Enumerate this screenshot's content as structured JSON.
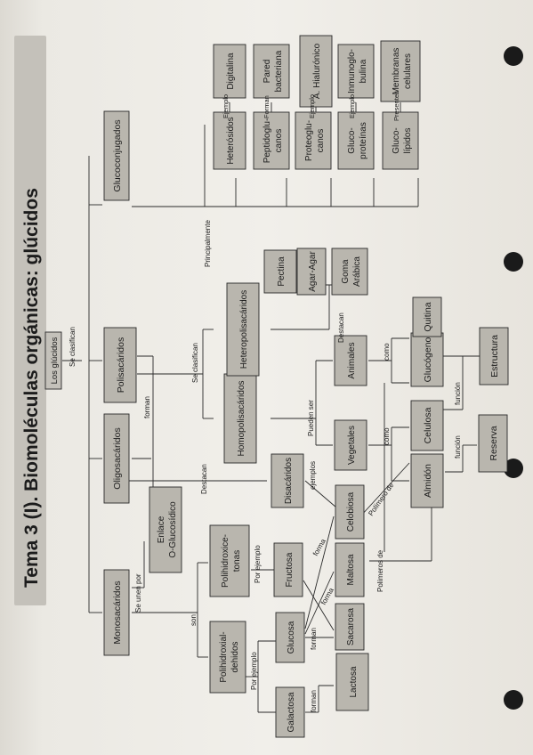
{
  "title": "Tema 3 (I). Biomoléculas orgánicas: glúcidos",
  "colors": {
    "paper": "#f1efea",
    "box": "#b9b6ae",
    "title_bar": "#c4c1ba",
    "ink": "#1c1c1c",
    "hole": "#1a1a1a"
  },
  "nodes": {
    "root": "Los glúcidos",
    "mono": "Monosacáridos",
    "oligo": "Oligosacáridos",
    "poli": "Polisacáridos",
    "gluco": "Glucoconjugados",
    "enlace1": "Enlace",
    "enlace2": "O-Glucosídico",
    "pald1": "Polihidroxial-",
    "pald2": "dehidos",
    "pcet1": "Polihidroxice-",
    "pcet2": "tonas",
    "galactosa": "Galactosa",
    "glucosa": "Glucosa",
    "fructosa": "Fructosa",
    "lactosa": "Lactosa",
    "sacarosa": "Sacarosa",
    "maltosa": "Maltosa",
    "celobiosa": "Celobiosa",
    "disacaridos": "Disacáridos",
    "homo": "Homopolisacáridos",
    "hetero": "Heteropolisacáridos",
    "vegetales": "Vegetales",
    "animales": "Animales",
    "almidon": "Almidón",
    "celulosa": "Celulosa",
    "glucogeno": "Glucógeno",
    "quitina": "Quitina",
    "reserva": "Reserva",
    "estructura": "Estructura",
    "pectina": "Pectina",
    "agar": "Agar-Agar",
    "goma1": "Goma",
    "goma2": "Arábica",
    "heterosidos": "Heterósidos",
    "pepti1": "Peptidoglu-",
    "pepti2": "canos",
    "proteo1": "Proteoglu-",
    "proteo2": "canos",
    "gprot1": "Gluco-",
    "gprot2": "proteínas",
    "glip1": "Gluco-",
    "glip2": "lípidos",
    "digitalina": "Digitalina",
    "pared1": "Pared",
    "pared2": "bacteriana",
    "hialuronico": "A. Hialurónico",
    "inmuno1": "Inmunoglo-",
    "inmuno2": "bulina",
    "membranas1": "Membranas",
    "membranas2": "celulares"
  },
  "labels": {
    "se_clasifican": "Se clasifican",
    "se_unen_por": "Se unen por",
    "son": "son",
    "forman_ox": "forman",
    "destacan_disac": "Destacan",
    "por_ejemplo": "Por ejemplo",
    "forman_lactosa": "forman",
    "forman_sacarosa": "forman",
    "forma_maltosa": "forma",
    "forma_celobiosa": "forma",
    "por_ejemplo_fruc": "Por ejemplo",
    "ejemplos": "ejemplos",
    "polimero_de": "Polímero de",
    "polimeros_de": "Polímeros de",
    "pueden_ser": "Pueden ser",
    "como_veg": "como",
    "como_ani": "como",
    "funcion1": "función",
    "funcion2": "función",
    "destacan_hetero": "Destacan",
    "principalmente": "Principalmente",
    "ejemplo1": "Ejemplo",
    "forman_pared": "Forman",
    "ejemplo2": "Ejemplo",
    "ejemplo3": "Ejemplo",
    "presentes": "Presentes"
  }
}
